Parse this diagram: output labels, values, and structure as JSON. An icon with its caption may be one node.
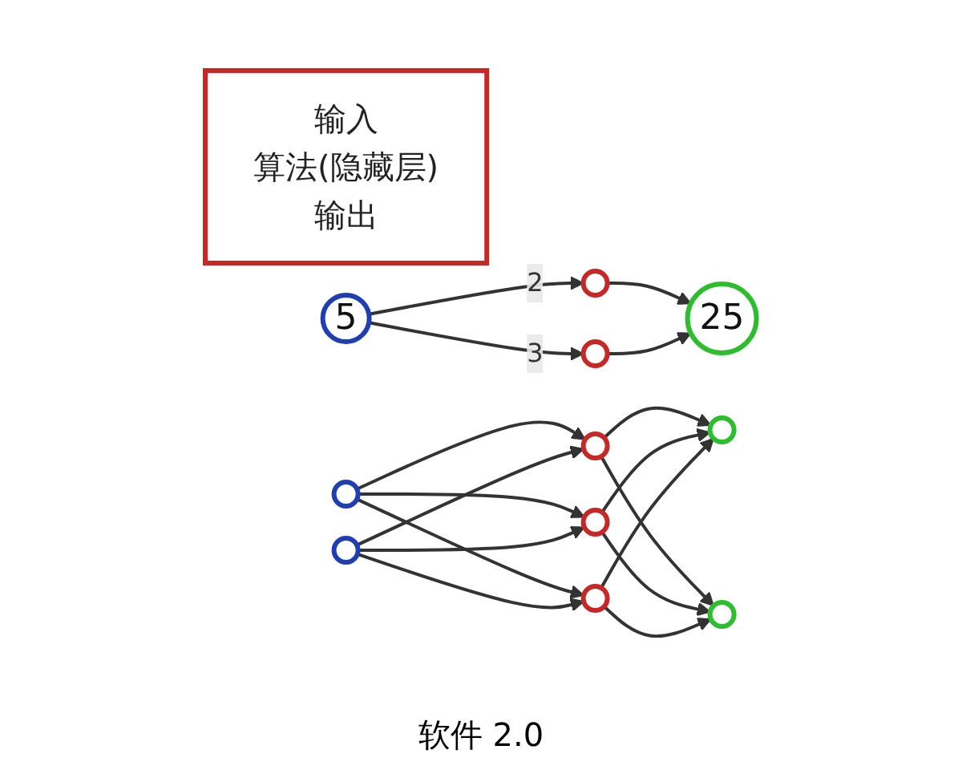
{
  "diagram": {
    "caption": "软件 2.0",
    "nodes": [
      {
        "text": [
          "输入",
          "算法(隐藏层)",
          "输出"
        ]
      },
      {
        "text": [
          "5"
        ]
      },
      {
        "text": [],
        "shape": "circle"
      },
      {
        "text": [],
        "shape": "circle"
      },
      {
        "text": [
          "25"
        ]
      },
      {
        "text": [],
        "shape": "circle"
      },
      {
        "text": [],
        "shape": "circle"
      },
      {
        "text": [],
        "shape": "circle"
      },
      {
        "text": [],
        "shape": "circle"
      },
      {
        "text": [],
        "shape": "circle"
      },
      {
        "text": [],
        "shape": "circle"
      },
      {
        "text": [],
        "shape": "circle"
      }
    ],
    "edges": [
      {
        "from": 1,
        "to": 2,
        "arrow": "to",
        "label": "2"
      },
      {
        "from": 1,
        "to": 3,
        "arrow": "to",
        "label": "3"
      },
      {
        "from": 2,
        "to": 4,
        "arrow": "to"
      },
      {
        "from": 3,
        "to": 4,
        "arrow": "to"
      },
      {
        "from": 5,
        "to": 7,
        "arrow": "to"
      },
      {
        "from": 5,
        "to": 8,
        "arrow": "to"
      },
      {
        "from": 5,
        "to": 9,
        "arrow": "to"
      },
      {
        "from": 6,
        "to": 7,
        "arrow": "to"
      },
      {
        "from": 6,
        "to": 8,
        "arrow": "to"
      },
      {
        "from": 6,
        "to": 9,
        "arrow": "to"
      },
      {
        "from": 7,
        "to": 10,
        "arrow": "to"
      },
      {
        "from": 7,
        "to": 11,
        "arrow": "to"
      },
      {
        "from": 8,
        "to": 10,
        "arrow": "to"
      },
      {
        "from": 8,
        "to": 11,
        "arrow": "to"
      },
      {
        "from": 9,
        "to": 10,
        "arrow": "to"
      },
      {
        "from": 9,
        "to": 11,
        "arrow": "to"
      }
    ]
  }
}
